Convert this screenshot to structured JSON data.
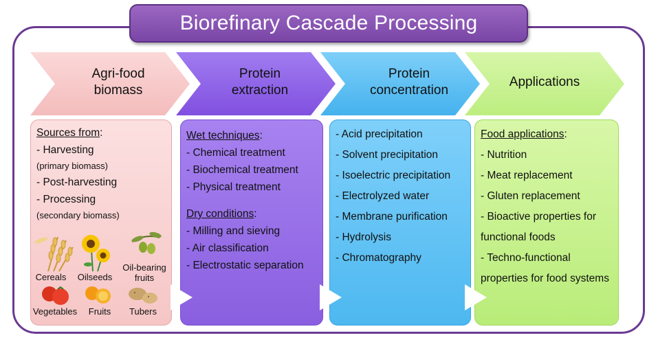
{
  "title": "Biorefinary Cascade Processing",
  "steps": [
    {
      "line1": "Agri-food",
      "line2": "biomass"
    },
    {
      "line1": "Protein",
      "line2": "extraction"
    },
    {
      "line1": "Protein",
      "line2": "concentration"
    },
    {
      "line1": "Applications",
      "line2": ""
    }
  ],
  "panel1": {
    "heading": "Sources from",
    "colon": ":",
    "items": [
      "- Harvesting",
      "(primary biomass)",
      "- Post-harvesting",
      "- Processing",
      "(secondary biomass)"
    ],
    "icons": {
      "cereals": "Cereals",
      "oilseeds": "Oilseeds",
      "oil_line1": "Oil-bearing",
      "oil_line2": "fruits",
      "vegetables": "Vegetables",
      "fruits": "Fruits",
      "tubers": "Tubers"
    }
  },
  "panel2": {
    "wet_heading": "Wet techniques",
    "wet_items": [
      "- Chemical treatment",
      "- Biochemical treatment",
      "- Physical treatment"
    ],
    "dry_heading": "Dry conditions",
    "dry_items": [
      "- Milling and sieving",
      "- Air classification",
      "- Electrostatic separation"
    ],
    "colon": ":"
  },
  "panel3": {
    "items": [
      "- Acid precipitation",
      "- Solvent precipitation",
      "- Isoelectric precipitation",
      "- Electrolyzed water",
      "- Membrane purification",
      "- Hydrolysis",
      "- Chromatography"
    ]
  },
  "panel4": {
    "heading": "Food applications",
    "colon": ":",
    "items": [
      "- Nutrition",
      "- Meat replacement",
      "- Gluten replacement",
      "- Bioactive properties for",
      "functional foods",
      "- Techno-functional",
      "properties for food systems"
    ]
  },
  "colors": {
    "frame": "#6a3a92",
    "arrow1": "#f8c9c8",
    "arrow2": "#8a5fe0",
    "arrow3": "#4db8f0",
    "arrow4": "#c4f08a"
  }
}
